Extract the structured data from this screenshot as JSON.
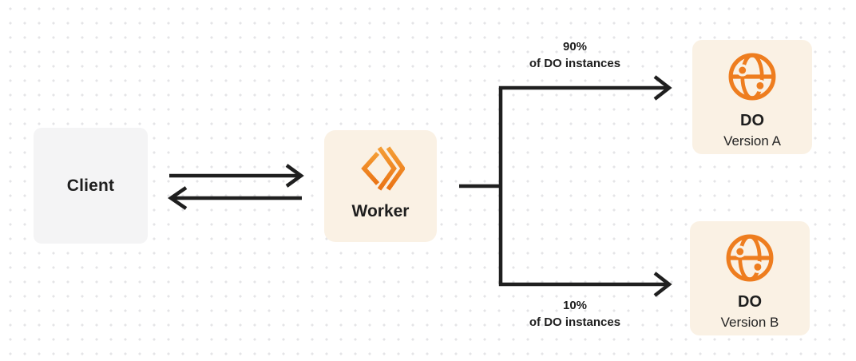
{
  "diagram": {
    "client": {
      "label": "Client"
    },
    "worker": {
      "label": "Worker",
      "icon": "workers-icon"
    },
    "do_version_a": {
      "title": "DO",
      "subtitle": "Version A",
      "icon": "globe-icon"
    },
    "do_version_b": {
      "title": "DO",
      "subtitle": "Version B",
      "icon": "globe-icon"
    },
    "branch_top_label": {
      "line1": "90%",
      "line2": "of DO instances"
    },
    "branch_bottom_label": {
      "line1": "10%",
      "line2": "of DO instances"
    }
  },
  "colors": {
    "accent_orange": "#EE7D1F",
    "worker_gradient_top": "#F49D35",
    "worker_gradient_bottom": "#EA7314",
    "node_cream": "#FAF1E4",
    "node_gray": "#F4F4F5",
    "ink": "#1F1F1F",
    "dot_grid": "#E4E4E7"
  }
}
